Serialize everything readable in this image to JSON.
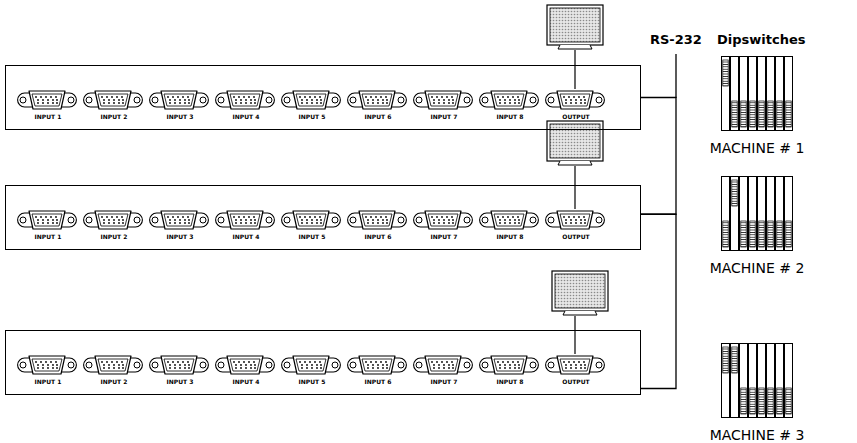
{
  "diagram": {
    "nodes": [
      {
        "text": [
          "INPUT 1",
          "INPUT 2",
          "INPUT 3",
          "INPUT 4",
          "INPUT 5",
          "INPUT 6",
          "INPUT 7",
          "INPUT 8",
          "OUTPUT"
        ]
      },
      {
        "text": [
          "INPUT 1",
          "INPUT 2",
          "INPUT 3",
          "INPUT 4",
          "INPUT 5",
          "INPUT 6",
          "INPUT 7",
          "INPUT 8",
          "OUTPUT"
        ]
      },
      {
        "text": [
          "INPUT 1",
          "INPUT 2",
          "INPUT 3",
          "INPUT 4",
          "INPUT 5",
          "INPUT 6",
          "INPUT 7",
          "INPUT 8",
          "OUTPUT"
        ]
      },
      {
        "text": [
          "MACHINE # 1"
        ]
      },
      {
        "text": [
          "MACHINE # 2"
        ]
      },
      {
        "text": [
          "MACHINE # 3"
        ]
      }
    ],
    "edges": [
      {
        "from": 0,
        "to": 1,
        "arrow": "none"
      },
      {
        "from": 1,
        "to": 2,
        "arrow": "none"
      }
    ],
    "labels": [
      "RS-232",
      "Dipswitches"
    ]
  }
}
